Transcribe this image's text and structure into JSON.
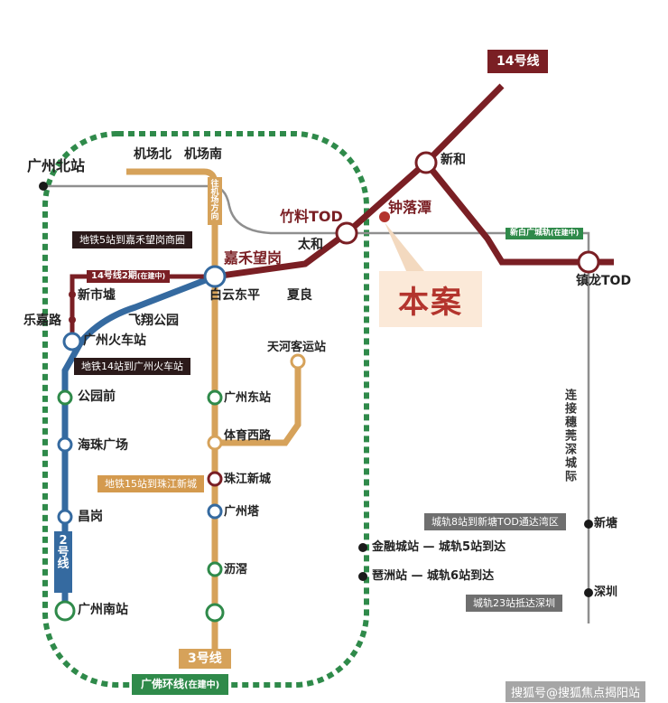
{
  "colors": {
    "line14": "#7a1f24",
    "line3": "#d6a25a",
    "line2": "#356aa0",
    "ring": "#2f8a4a",
    "rail": "#8f8f8f",
    "highlight_bg": "#fbe9d8",
    "highlight_text": "#b3342d"
  },
  "lines": {
    "line14": "14号线",
    "line3": "3号线",
    "line2": "2号线",
    "ring": "广佛环线",
    "ring_note": "(在建中)",
    "line14_phase2": "14号线2期",
    "line14_phase2_note": "(在建中)",
    "xinbai": "新白广城轨",
    "xinbai_note": "(在建中)",
    "airport_link": "往机场方向",
    "connect_text": "连接穗莞深城际"
  },
  "stations": {
    "guangzhou_north": "广州北站",
    "airport_north": "机场北",
    "airport_south": "机场南",
    "zhuliao": "竹料TOD",
    "zhongluotan": "钟落潭",
    "xinhe": "新和",
    "taihe": "太和",
    "jiahe": "嘉禾望岗",
    "baiyun": "白云东平",
    "xialiang": "夏良",
    "xinshixu": "新市墟",
    "lejia": "乐嘉路",
    "feixiang": "飞翔公园",
    "gz_rail": "广州火车站",
    "gongyuanqian": "公园前",
    "haizhu": "海珠广场",
    "changgang": "昌岗",
    "gz_south": "广州南站",
    "tianhe_coach": "天河客运站",
    "gz_east": "广州东站",
    "tiyu": "体育西路",
    "zhujiang": "珠江新城",
    "canton_tower": "广州塔",
    "lijiao": "沥滘",
    "zhenlong": "镇龙TOD",
    "xintang": "新塘",
    "shenzhen": "深圳",
    "jinrong": "金融城站",
    "pazhou": "琶洲站"
  },
  "callouts": {
    "metro5": "地铁5站到嘉禾望岗商圈",
    "metro14": "地铁14站到广州火车站",
    "metro15": "地铁15站到珠江新城",
    "rail8": "城轨8站到新塘TOD通达湾区",
    "rail5": "金融城站 — 城轨5站到达",
    "rail6": "琶洲站 — 城轨6站到达",
    "rail23": "城轨23站抵达深圳",
    "project": "本案"
  },
  "watermark": "搜狐号@搜狐焦点揭阳站"
}
